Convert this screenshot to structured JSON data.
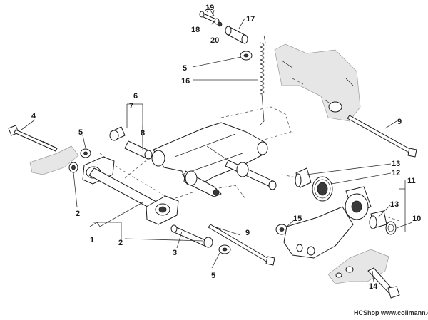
{
  "callouts": {
    "c1": "1",
    "c2a": "2",
    "c2b": "2",
    "c3": "3",
    "c4": "4",
    "c5a": "5",
    "c5b": "5",
    "c5c": "5",
    "c6": "6",
    "c7": "7",
    "c8": "8",
    "c9a": "9",
    "c9b": "9",
    "c10": "10",
    "c11": "11",
    "c12": "12",
    "c13a": "13",
    "c13b": "13",
    "c14": "14",
    "c15": "15",
    "c16": "16",
    "c17": "17",
    "c18": "18",
    "c19": "19",
    "c20": "20"
  },
  "footer": "HCShop www.collmann.eu"
}
